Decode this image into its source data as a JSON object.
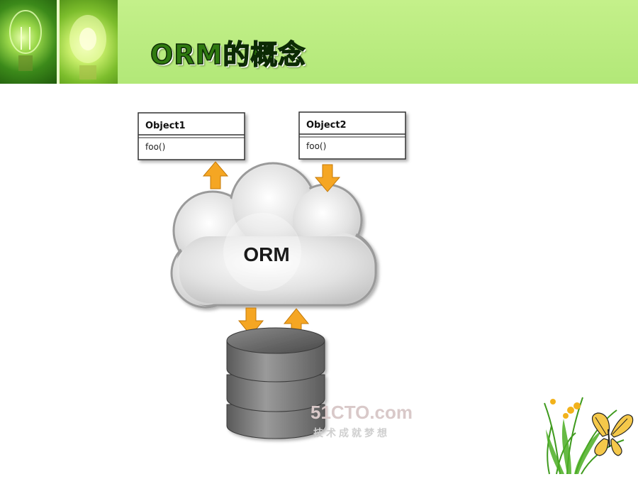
{
  "slide": {
    "title": "ORM的概念"
  },
  "diagram": {
    "object1": {
      "name": "Object1",
      "method": "foo()"
    },
    "object2": {
      "name": "Object2",
      "method": "foo()"
    },
    "center_label": "ORM"
  },
  "watermark": {
    "brand": "51CTO.com",
    "slogan": "技术成就梦想"
  },
  "colors": {
    "header_green": "#b9ec80",
    "title_green": "#2f7a10",
    "arrow_orange": "#f5a623",
    "cloud_gray": "#dcdcdc",
    "database_gray": "#777777"
  }
}
